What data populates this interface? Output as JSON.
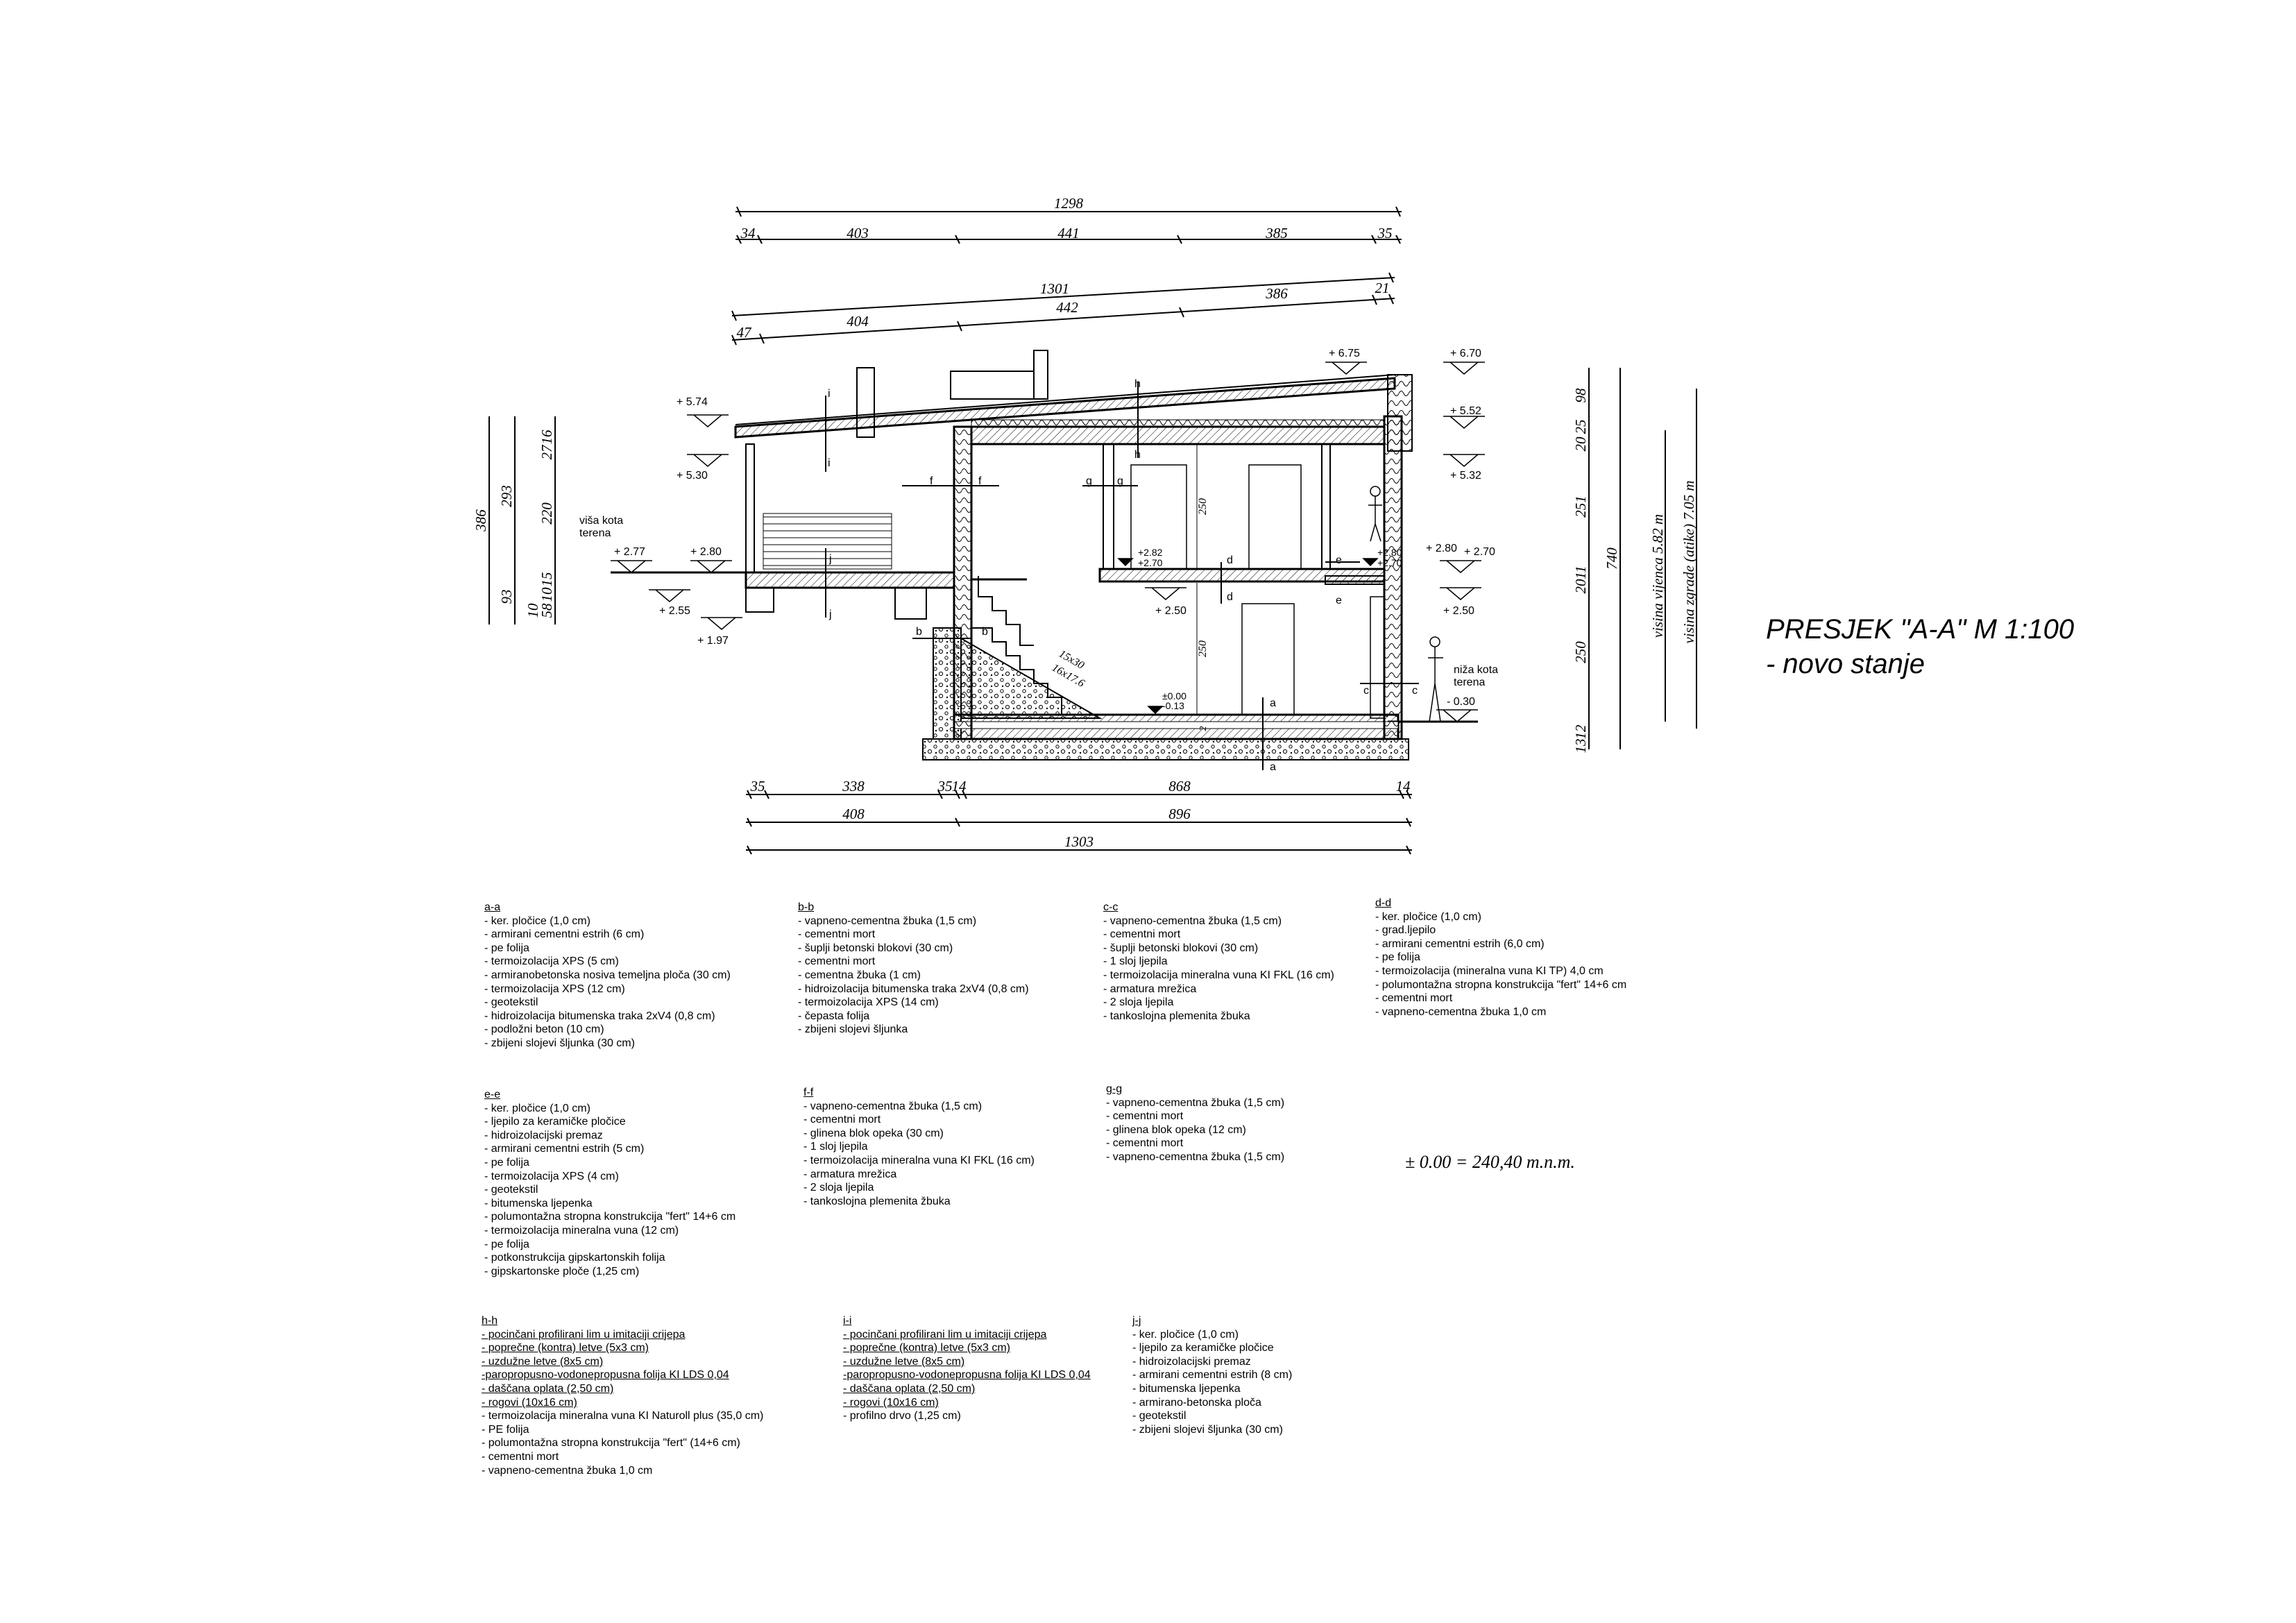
{
  "title": {
    "line1": "PRESJEK \"A-A\"  M 1:100",
    "line2": "- novo stanje"
  },
  "datum": "± 0.00 = 240,40 m.n.m.",
  "dims_top1": {
    "total": "1298",
    "parts": [
      "34",
      "403",
      "441",
      "385",
      "35"
    ]
  },
  "dims_top2": {
    "total": "1301",
    "parts": [
      "47",
      "404",
      "442",
      "386",
      "21"
    ]
  },
  "dims_bottom1": {
    "parts": [
      "35",
      "338",
      "35",
      "14",
      "868",
      "14"
    ]
  },
  "dims_bottom2": {
    "parts": [
      "408",
      "896"
    ]
  },
  "dims_bottom3": {
    "total": "1303"
  },
  "dims_left_outer": "386",
  "dims_left_inner": [
    "16",
    "27",
    "293",
    "220",
    "15",
    "10",
    "58",
    "10",
    "93"
  ],
  "dims_right_inner": [
    "98",
    "25",
    "20",
    "251",
    "11",
    "20",
    "250",
    "12",
    "13"
  ],
  "dims_right_outer": "740",
  "dims_interior": [
    "250",
    "250",
    "2"
  ],
  "stair_labels": [
    "15x30",
    "16x17.6"
  ],
  "height_labels": [
    "visina vijenca 5.82 m",
    "visina zgrade (atike) 7.05 m"
  ],
  "levels": {
    "l674": "+ 5.74",
    "l530": "+ 5.30",
    "l277": "+ 2.77",
    "l280a": "+ 2.80",
    "l255": "+ 2.55",
    "l197": "+ 1.97",
    "l675": "+ 6.75",
    "l670": "+ 6.70",
    "l552": "+ 5.52",
    "l532": "+ 5.32",
    "l282": "+2.82",
    "l270a": "+2.70",
    "l250a": "+ 2.50",
    "l000": "±0.00",
    "l013": "-0.13",
    "l280b": "+2.80",
    "l270b": "+2.70",
    "l280c": "+ 2.80",
    "l270c": "+ 2.70",
    "l250b": "+ 2.50",
    "l030": "- 0.30"
  },
  "terrain": {
    "upper": [
      "viša kota",
      "terena"
    ],
    "lower": [
      "niža kota",
      "terena"
    ]
  },
  "section_marks": [
    "i",
    "h",
    "f",
    "g",
    "j",
    "b",
    "d",
    "e",
    "c",
    "a"
  ],
  "specs": {
    "aa": {
      "header": "a-a",
      "items": [
        "- ker. pločice (1,0 cm)",
        "- armirani cementni estrih (6 cm)",
        "- pe folija",
        "- termoizolacija  XPS (5 cm)",
        "- armiranobetonska nosiva temeljna ploča (30 cm)",
        "- termoizolacija  XPS (12 cm)",
        "- geotekstil",
        "- hidroizolacija bitumenska traka 2xV4 (0,8 cm)",
        "- podložni beton (10 cm)",
        "- zbijeni slojevi šljunka (30 cm)"
      ]
    },
    "bb": {
      "header": "b-b",
      "items": [
        "- vapneno-cementna žbuka (1,5 cm)",
        "- cementni mort",
        "- šuplji betonski blokovi  (30 cm)",
        "- cementni mort",
        "- cementna žbuka (1 cm)",
        "- hidroizolacija bitumenska traka 2xV4 (0,8 cm)",
        "- termoizolacija  XPS (14 cm)",
        "- čepasta folija",
        "- zbijeni slojevi šljunka"
      ]
    },
    "cc": {
      "header": "c-c",
      "items": [
        "- vapneno-cementna žbuka (1,5 cm)",
        "- cementni mort",
        "- šuplji betonski blokovi (30 cm)",
        "- 1 sloj ljepila",
        "- termoizolacija mineralna vuna KI FKL  (16 cm)",
        "- armatura mrežica",
        "- 2 sloja ljepila",
        "- tankoslojna plemenita žbuka"
      ]
    },
    "dd": {
      "header": "d-d",
      "items": [
        "- ker. pločice (1,0 cm)",
        "- grad.ljepilo",
        "- armirani cementni estrih (6,0 cm)",
        "- pe folija",
        "- termoizolacija (mineralna vuna KI TP) 4,0 cm",
        "- polumontažna stropna konstrukcija \"fert\" 14+6 cm",
        "- cementni mort",
        "- vapneno-cementna žbuka 1,0 cm"
      ]
    },
    "ee": {
      "header": "e-e",
      "items": [
        "- ker. pločice (1,0 cm)",
        "- ljepilo za keramičke pločice",
        "- hidroizolacijski premaz",
        "- armirani cementni estrih (5 cm)",
        "- pe folija",
        "- termoizolacija  XPS (4 cm)",
        "- geotekstil",
        "- bitumenska ljepenka",
        "- polumontažna stropna konstrukcija \"fert\" 14+6 cm",
        "- termoizolacija mineralna vuna  (12 cm)",
        "- pe folija",
        "- potkonstrukcija gipskartonskih folija",
        "- gipskartonske ploče (1,25 cm)"
      ]
    },
    "ff": {
      "header": "f-f",
      "items": [
        "- vapneno-cementna žbuka (1,5 cm)",
        "- cementni mort",
        "- glinena blok opeka (30 cm)",
        "- 1 sloj ljepila",
        "- termoizolacija mineralna vuna KI FKL  (16 cm)",
        "- armatura mrežica",
        "- 2 sloja ljepila",
        "- tankoslojna plemenita žbuka"
      ]
    },
    "gg": {
      "header": "g-g",
      "items": [
        "- vapneno-cementna žbuka (1,5 cm)",
        "- cementni mort",
        "- glinena blok opeka (12 cm)",
        "- cementni mort",
        "- vapneno-cementna žbuka (1,5 cm)"
      ]
    },
    "hh": {
      "header": "h-h",
      "items": [
        "- pocinčani profilirani lim u imitaciji crijepa",
        "- poprečne (kontra) letve  (5x3 cm)",
        "- uzdužne letve (8x5 cm)",
        "-paropropusno-vodonepropusna folija KI LDS 0,04",
        "- daščana oplata (2,50 cm)",
        "- rogovi (10x16 cm)",
        "- termoizolacija mineralna vuna KI Naturoll plus (35,0 cm)",
        "- PE folija",
        "- polumontažna stropna konstrukcija \"fert\" (14+6 cm)",
        "- cementni mort",
        "- vapneno-cementna žbuka 1,0 cm"
      ]
    },
    "ii": {
      "header": "i-i",
      "items": [
        "- pocinčani profilirani lim u imitaciji crijepa",
        "- poprečne (kontra) letve  (5x3 cm)",
        "- uzdužne letve (8x5 cm)",
        "-paropropusno-vodonepropusna folija KI LDS 0,04",
        "- daščana oplata (2,50 cm)",
        "- rogovi (10x16 cm)",
        "- profilno drvo (1,25 cm)"
      ]
    },
    "jj": {
      "header": "j-j",
      "items": [
        "-   ker. pločice (1,0 cm)",
        "-   ljepilo za keramičke pločice",
        "-   hidroizolacijski premaz",
        "-   armirani cementni estrih (8 cm)",
        "-   bitumenska ljepenka",
        "-   armirano-betonska ploča",
        "-   geotekstil",
        "-   zbijeni slojevi šljunka (30 cm)"
      ]
    }
  }
}
